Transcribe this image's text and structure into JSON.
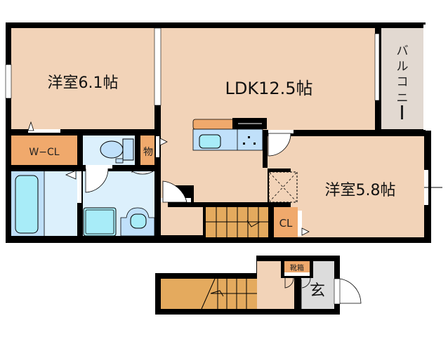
{
  "colors": {
    "room": "#f2d3b8",
    "closet": "#f0a96c",
    "stairs": "#e4aa5e",
    "wet": "#dcf0fc",
    "wet_mid": "#c0e0fa",
    "fixture": "#a8ecf8",
    "balcony": "#e2d9d1",
    "genkan": "#dcdcdc",
    "wall": "#000000"
  },
  "rooms": {
    "western1": {
      "label": "洋室6.1帖"
    },
    "ldk": {
      "label": "LDK12.5帖"
    },
    "balcony": {
      "label_chars": [
        "バ",
        "ル",
        "コ",
        "ニ",
        "ー"
      ]
    },
    "western2": {
      "label": "洋室5.8帖"
    },
    "wcl": {
      "label": "W−CL"
    },
    "storage": {
      "label": "物"
    },
    "cl": {
      "label": "CL"
    },
    "shoebox": {
      "label": "靴箱"
    },
    "genkan": {
      "label": "玄"
    }
  }
}
